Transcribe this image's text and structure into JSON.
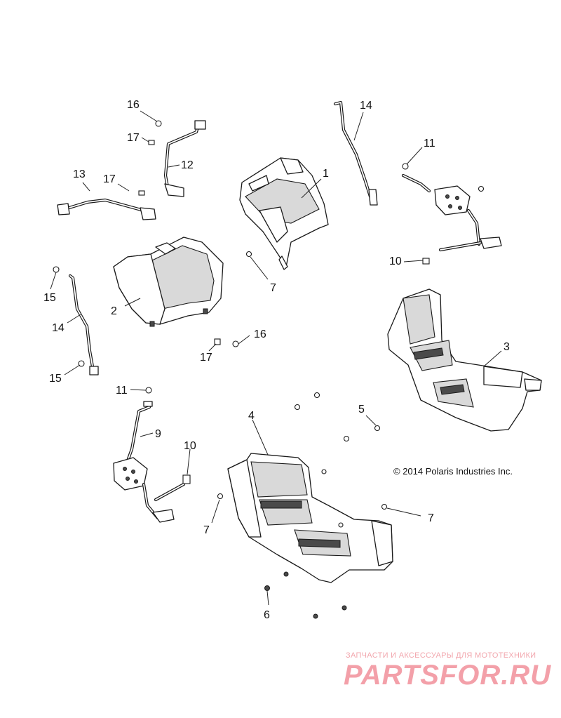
{
  "callouts": {
    "c1": "1",
    "c2": "2",
    "c3": "3",
    "c4": "4",
    "c5": "5",
    "c6": "6",
    "c7a": "7",
    "c7b": "7",
    "c7c": "7",
    "c9": "9",
    "c10a": "10",
    "c10b": "10",
    "c11a": "11",
    "c11b": "11",
    "c12": "12",
    "c13": "13",
    "c14a": "14",
    "c14b": "14",
    "c15a": "15",
    "c15b": "15",
    "c16a": "16",
    "c16b": "16",
    "c17a": "17",
    "c17b": "17",
    "c17c": "17"
  },
  "copyright": "© 2014 Polaris Industries Inc.",
  "watermark": {
    "tagline": "ЗАПЧАСТИ И АКСЕССУАРЫ ДЛЯ МОТОТЕХНИКИ",
    "logo": "PARTSFOR.RU"
  }
}
